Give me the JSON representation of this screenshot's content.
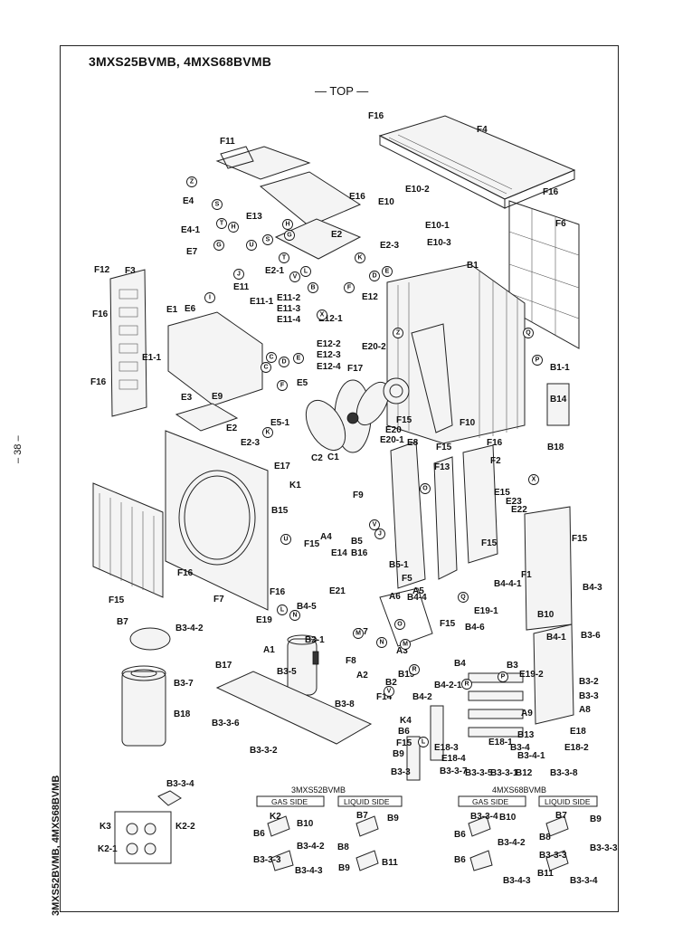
{
  "title": "3MXS25BVMB, 4MXS68BVMB",
  "top_label": "— TOP —",
  "page_number": "– 38 –",
  "side_model": "3MXS52BVMB, 4MXS68BVMB",
  "sub_models": {
    "left": "3MXS52BVMB",
    "right": "4MXS68BVMB"
  },
  "sections": {
    "gas_left": "GAS SIDE",
    "liquid_left": "LIQUID SIDE",
    "gas_right": "GAS SIDE",
    "liquid_right": "LIQUID SIDE"
  },
  "labels": [
    {
      "t": "F16"
    },
    {
      "t": "F4"
    },
    {
      "t": "F11"
    },
    {
      "t": "F16"
    },
    {
      "t": "E4"
    },
    {
      "t": "E13"
    },
    {
      "t": "E16"
    },
    {
      "t": "E10"
    },
    {
      "t": "E10-2"
    },
    {
      "t": "F6"
    },
    {
      "t": "E4-1"
    },
    {
      "t": "E2"
    },
    {
      "t": "E10-1"
    },
    {
      "t": "E2-3"
    },
    {
      "t": "E10-3"
    },
    {
      "t": "E7"
    },
    {
      "t": "E2-1"
    },
    {
      "t": "B1"
    },
    {
      "t": "F12"
    },
    {
      "t": "F3"
    },
    {
      "t": "E11"
    },
    {
      "t": "E12"
    },
    {
      "t": "F16"
    },
    {
      "t": "E1"
    },
    {
      "t": "E6"
    },
    {
      "t": "E11-1"
    },
    {
      "t": "E11-2"
    },
    {
      "t": "E11-3"
    },
    {
      "t": "E11-4"
    },
    {
      "t": "E12-1"
    },
    {
      "t": "E12-2"
    },
    {
      "t": "E12-3"
    },
    {
      "t": "E12-4"
    },
    {
      "t": "E1-1"
    },
    {
      "t": "E20-2"
    },
    {
      "t": "B1-1"
    },
    {
      "t": "F16"
    },
    {
      "t": "F17"
    },
    {
      "t": "E5"
    },
    {
      "t": "B14"
    },
    {
      "t": "E3"
    },
    {
      "t": "E9"
    },
    {
      "t": "F15"
    },
    {
      "t": "F10"
    },
    {
      "t": "E2"
    },
    {
      "t": "E5-1"
    },
    {
      "t": "E20"
    },
    {
      "t": "B18"
    },
    {
      "t": "E2-3"
    },
    {
      "t": "E20-1"
    },
    {
      "t": "E8"
    },
    {
      "t": "F16"
    },
    {
      "t": "C2"
    },
    {
      "t": "C1"
    },
    {
      "t": "F15"
    },
    {
      "t": "F2"
    },
    {
      "t": "E17"
    },
    {
      "t": "F13"
    },
    {
      "t": "K1"
    },
    {
      "t": "F9"
    },
    {
      "t": "E15"
    },
    {
      "t": "E23"
    },
    {
      "t": "E22"
    },
    {
      "t": "F15"
    },
    {
      "t": "A4"
    },
    {
      "t": "B5"
    },
    {
      "t": "F15"
    },
    {
      "t": "E14"
    },
    {
      "t": "B16"
    },
    {
      "t": "B15"
    },
    {
      "t": "F15"
    },
    {
      "t": "F16"
    },
    {
      "t": "B5-1"
    },
    {
      "t": "B4-4-1"
    },
    {
      "t": "F15"
    },
    {
      "t": "F5"
    },
    {
      "t": "B4-3"
    },
    {
      "t": "F7"
    },
    {
      "t": "F16"
    },
    {
      "t": "E21"
    },
    {
      "t": "A5"
    },
    {
      "t": "B4-4"
    },
    {
      "t": "B4-5"
    },
    {
      "t": "A6"
    },
    {
      "t": "E19-1"
    },
    {
      "t": "E19"
    },
    {
      "t": "F1"
    },
    {
      "t": "B10"
    },
    {
      "t": "B7"
    },
    {
      "t": "F15"
    },
    {
      "t": "B4-6"
    },
    {
      "t": "B3-4-2"
    },
    {
      "t": "A7"
    },
    {
      "t": "B4-1"
    },
    {
      "t": "B3-6"
    },
    {
      "t": "B3-1"
    },
    {
      "t": "A1"
    },
    {
      "t": "A3"
    },
    {
      "t": "B4"
    },
    {
      "t": "B3"
    },
    {
      "t": "B17"
    },
    {
      "t": "F8"
    },
    {
      "t": "B19"
    },
    {
      "t": "E19-2"
    },
    {
      "t": "B3-2"
    },
    {
      "t": "B3-5"
    },
    {
      "t": "A2"
    },
    {
      "t": "B2"
    },
    {
      "t": "B4-2-1"
    },
    {
      "t": "B3-3"
    },
    {
      "t": "B3-7"
    },
    {
      "t": "A8"
    },
    {
      "t": "B3-8"
    },
    {
      "t": "F14"
    },
    {
      "t": "B4-2"
    },
    {
      "t": "B18"
    },
    {
      "t": "A9"
    },
    {
      "t": "B3-3-6"
    },
    {
      "t": "K4"
    },
    {
      "t": "E18"
    },
    {
      "t": "B6"
    },
    {
      "t": "E18-1"
    },
    {
      "t": "B13"
    },
    {
      "t": "B3-3-2"
    },
    {
      "t": "F15"
    },
    {
      "t": "E18-2"
    },
    {
      "t": "B9"
    },
    {
      "t": "E18-3"
    },
    {
      "t": "B3-4"
    },
    {
      "t": "B3-4-1"
    },
    {
      "t": "B3-3"
    },
    {
      "t": "E18-4"
    },
    {
      "t": "B3-3-7"
    },
    {
      "t": "B3-3-5"
    },
    {
      "t": "B3-3-1"
    },
    {
      "t": "B12"
    },
    {
      "t": "B3-3-8"
    },
    {
      "t": "B3-3-4"
    },
    {
      "t": "K3"
    },
    {
      "t": "K2-2"
    },
    {
      "t": "K2-1"
    },
    {
      "t": "K2"
    },
    {
      "t": "B10"
    },
    {
      "t": "B7"
    },
    {
      "t": "B9"
    },
    {
      "t": "B6"
    },
    {
      "t": "B3-4-2"
    },
    {
      "t": "B8"
    },
    {
      "t": "B3-3-3"
    },
    {
      "t": "B3-4-3"
    },
    {
      "t": "B11"
    },
    {
      "t": "B9"
    },
    {
      "t": "B3-3-4"
    },
    {
      "t": "B10"
    },
    {
      "t": "B7"
    },
    {
      "t": "B9"
    },
    {
      "t": "B6"
    },
    {
      "t": "B3-4-2"
    },
    {
      "t": "B8"
    },
    {
      "t": "B3-3-3"
    },
    {
      "t": "B3-3-3"
    },
    {
      "t": "B6"
    },
    {
      "t": "B3-4-3"
    },
    {
      "t": "B11"
    },
    {
      "t": "B3-3-4"
    },
    {
      "t": "B9"
    }
  ],
  "callouts": [
    "Z",
    "S",
    "T",
    "H",
    "G",
    "U",
    "S",
    "H",
    "G",
    "T",
    "I",
    "J",
    "V",
    "L",
    "K",
    "E",
    "D",
    "B",
    "X",
    "C",
    "F",
    "E",
    "D",
    "C",
    "F",
    "K",
    "Q",
    "Z",
    "P",
    "X",
    "O",
    "U",
    "V",
    "J",
    "N",
    "L",
    "M",
    "R",
    "O",
    "Q",
    "M",
    "N",
    "L",
    "P",
    "R",
    "V"
  ]
}
